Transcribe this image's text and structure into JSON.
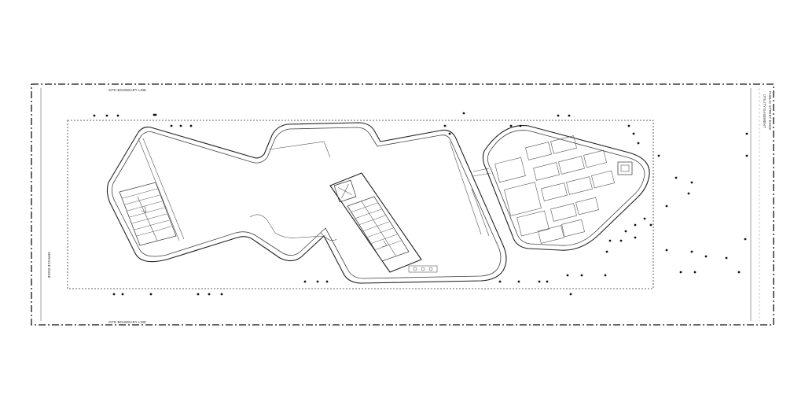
{
  "labels": {
    "site_boundary_top": "SITE BOUNDARY LINE",
    "site_boundary_bottom": "SITE BOUNDARY LINE",
    "service_edge": "SERVICE EDGE",
    "public_street_edge": "PUBLIC STREET EDGE",
    "utility_easement": "UTILITY EASEMENT"
  },
  "colors": {
    "background": "#ffffff",
    "linework": "#222222",
    "columns": "#111111"
  },
  "icons": {
    "stair_arrow": "arrow-icon",
    "elevator": "elevator-core-icon"
  }
}
